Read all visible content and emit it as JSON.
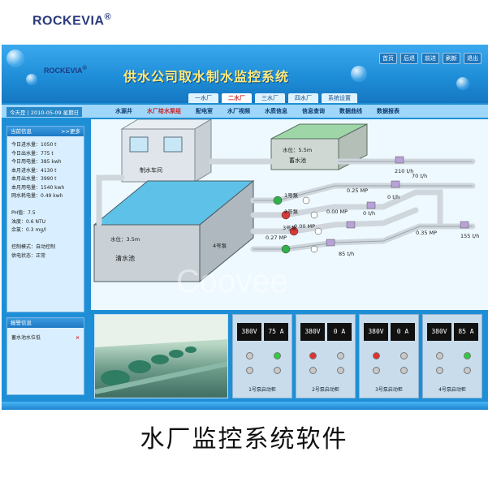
{
  "brand": {
    "name": "ROCKEVIA",
    "reg": "®"
  },
  "header": {
    "logo": "ROCKEVIA",
    "logo_reg": "®",
    "title": "供水公司取水制水监控系统"
  },
  "topnav": [
    "首页",
    "后退",
    "前进",
    "刷新",
    "退出"
  ],
  "tabs": [
    {
      "label": "一水厂",
      "active": false
    },
    {
      "label": "二水厂",
      "active": true
    },
    {
      "label": "三水厂",
      "active": false
    },
    {
      "label": "四水厂",
      "active": false
    },
    {
      "label": "系统设置",
      "active": false
    }
  ],
  "date": "今天是 | 2010-05-09  星期日",
  "menu": [
    {
      "label": "水源井",
      "active": false
    },
    {
      "label": "水厂给水泵组",
      "active": true
    },
    {
      "label": "配电室",
      "active": false
    },
    {
      "label": "水厂视频",
      "active": false
    },
    {
      "label": "水质信息",
      "active": false
    },
    {
      "label": "信息查询",
      "active": false
    },
    {
      "label": "数据曲线",
      "active": false
    },
    {
      "label": "数据报表",
      "active": false
    }
  ],
  "info_panel": {
    "title": "当前信息",
    "more": ">>更多",
    "rows": [
      "今日进水量：1050 t",
      "今日出水量：775 t",
      "今日用电量：385 kwh",
      "本月进水量：4130 t",
      "本月出水量：3990 t",
      "本月用电量：1540 kwh",
      "网水耗电量：0.49 kwh",
      "",
      "PH值：7.5",
      "浊度：0.6 NTU",
      "余氯：0.3 mg/l",
      "",
      "控制模式：自动控制",
      "供电状态：正常"
    ]
  },
  "alarm_panel": {
    "title": "报警信息",
    "item": "蓄水池水位低",
    "mark": "×"
  },
  "process": {
    "workshop": "制水车间",
    "reservoir": "蓄水池",
    "reservoir_level": "水位：5.5m",
    "clear_pool": "清水池",
    "clear_level": "水位：3.5m",
    "flow_top": "210 t/h",
    "pumps": [
      {
        "label": "1号泵",
        "pressure": "0.25 MP",
        "flow": "70 t/h"
      },
      {
        "label": "2号泵",
        "pressure": "0.00 MP",
        "flow": "0 t/h"
      },
      {
        "label": "3号泵",
        "pressure": "0.00 MP",
        "flow": "0 t/h"
      },
      {
        "label": "4号泵",
        "pressure": "0.27 MP",
        "flow": "85 t/h"
      }
    ],
    "main_pressure": "0.35 MP",
    "main_flow": "155 t/h"
  },
  "cabinets": [
    {
      "volt": "380V",
      "amp": "75 A",
      "name": "1号泵启动柜",
      "red_on": false,
      "green_on": true
    },
    {
      "volt": "380V",
      "amp": "0 A",
      "name": "2号泵启动柜",
      "red_on": true,
      "green_on": false
    },
    {
      "volt": "380V",
      "amp": "0 A",
      "name": "3号泵启动柜",
      "red_on": true,
      "green_on": false
    },
    {
      "volt": "380V",
      "amp": "85 A",
      "name": "4号泵启动柜",
      "red_on": false,
      "green_on": true
    }
  ],
  "watermark": "Coovee",
  "caption": "水厂监控系统软件",
  "colors": {
    "lamp_on_red": "#e23131",
    "lamp_on_green": "#2ecc40",
    "lamp_off": "#c8c8c8",
    "water": "#5ec2e8"
  }
}
